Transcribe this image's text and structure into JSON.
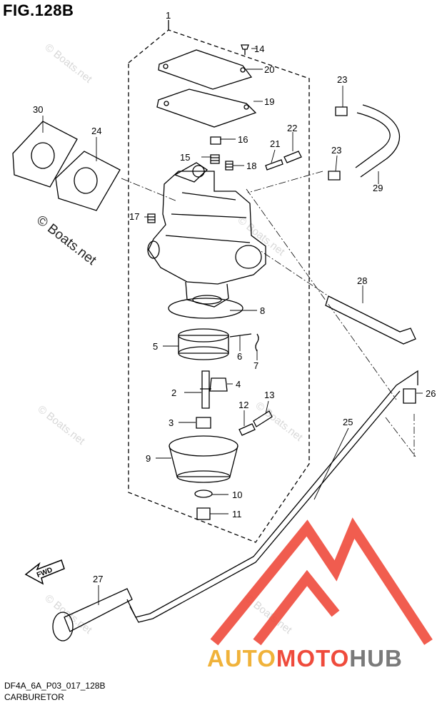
{
  "figure": {
    "title": "FIG.128B",
    "code": "DF4A_6A_P03_017_128B",
    "name": "CARBURETOR"
  },
  "watermarks": {
    "primary": "© Boats.net",
    "faint": "© Boats.net"
  },
  "brand": {
    "part1": "AUTO",
    "part2": "MOTO",
    "part3": "HUB",
    "colors": {
      "auto": "#f0b23a",
      "moto": "#ef4b3c",
      "hub": "#7a7a7a",
      "logo": "#ef4b3c"
    }
  },
  "fwd_label": "FWD",
  "callouts": [
    "1",
    "2",
    "3",
    "4",
    "5",
    "6",
    "7",
    "8",
    "9",
    "10",
    "11",
    "12",
    "13",
    "14",
    "15",
    "16",
    "17",
    "18",
    "19",
    "20",
    "21",
    "22",
    "23",
    "23",
    "24",
    "25",
    "26",
    "27",
    "28",
    "29",
    "30"
  ]
}
